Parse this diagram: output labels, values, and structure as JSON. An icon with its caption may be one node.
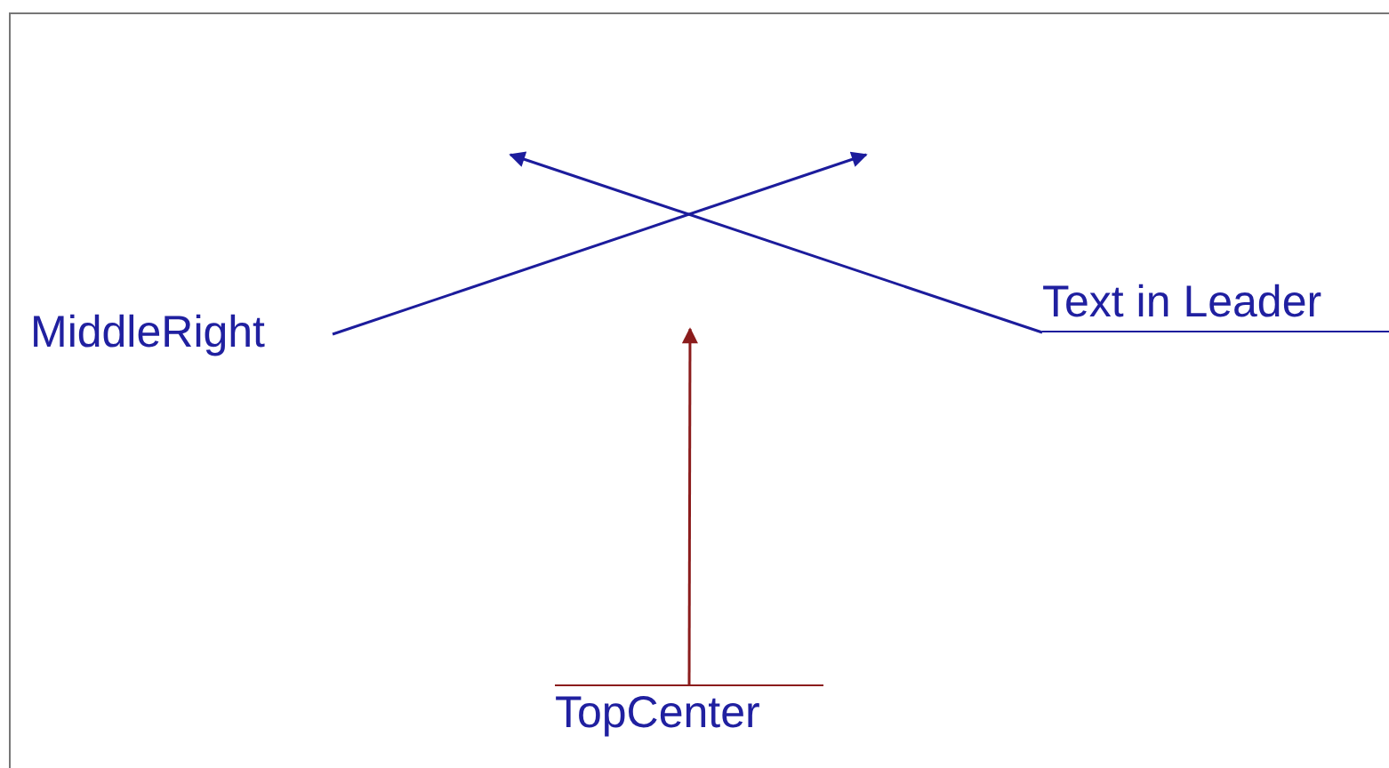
{
  "diagram": {
    "nodes": [
      {
        "text": [
          "MiddleRight"
        ]
      },
      {
        "text": [
          "Text in Leader"
        ]
      },
      {
        "text": [
          "TopCenter"
        ]
      }
    ],
    "edges": [
      {
        "from": 0,
        "to": null,
        "arrow": "to"
      },
      {
        "from": 1,
        "to": null,
        "arrow": "to"
      },
      {
        "from": 2,
        "to": null,
        "arrow": "to",
        "color": "#8b1c1c"
      }
    ]
  }
}
